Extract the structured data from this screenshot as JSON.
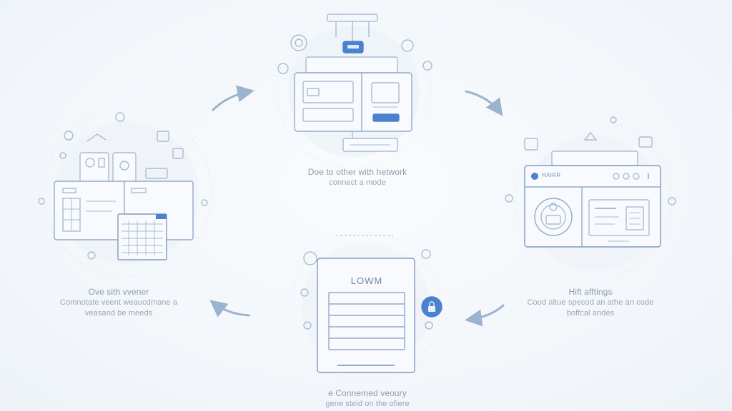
{
  "colors": {
    "line": "#a9bcd4",
    "line_dark": "#7f9ac0",
    "accent": "#4a82cf",
    "panel_fill": "#f8fafd",
    "background": "#f4f7fb",
    "text": "#9aa7b5"
  },
  "steps": [
    {
      "id": "top",
      "caption_lines": [
        "Doe to other with hetwork",
        "connect a mode"
      ]
    },
    {
      "id": "right",
      "caption_lines": [
        "Hift afftings",
        "Cood altue specod an athe an code",
        "boffcal andes"
      ]
    },
    {
      "id": "bottom",
      "screen_title": "LOWM",
      "caption_lines": [
        "e Connemed veoury",
        "gene steid on the ofiere"
      ]
    },
    {
      "id": "left",
      "caption_lines": [
        "Ove sith vvener",
        "Comnotate veent weaucdmane a",
        "veasand be meeds"
      ]
    }
  ],
  "window_brand": "HAIRR",
  "icons": [
    "gear-icon",
    "lock-icon",
    "cloud-icon",
    "settings-icon",
    "user-icon",
    "clock-icon",
    "mail-icon"
  ],
  "flow_arrows": [
    "top-left-to-top",
    "top-to-right",
    "right-to-bottom",
    "bottom-to-left"
  ]
}
